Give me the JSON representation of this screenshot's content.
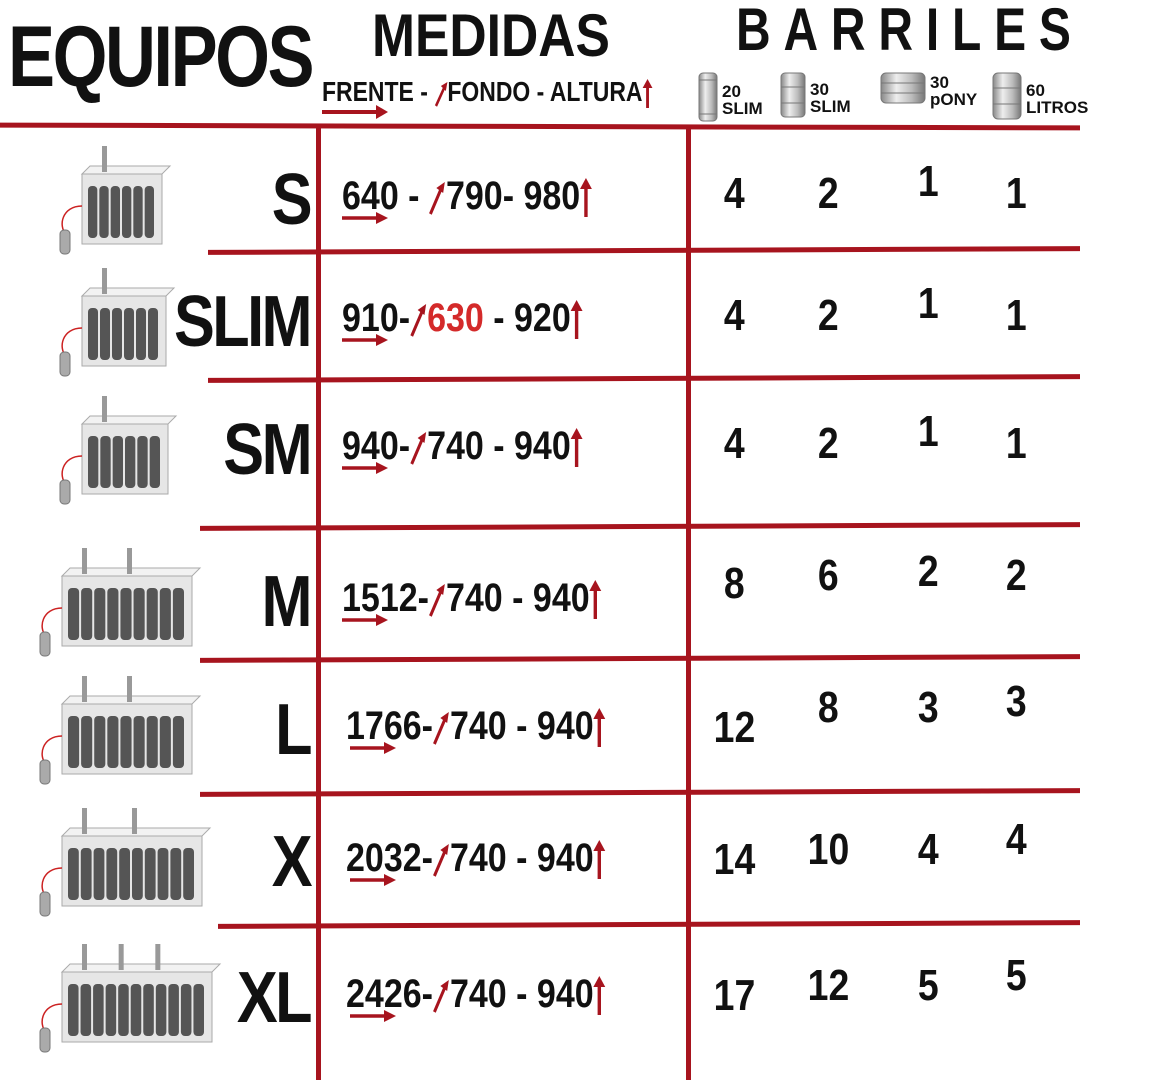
{
  "header": {
    "equipos": "EQUIPOS",
    "medidas": "MEDIDAS",
    "dims": {
      "frente": "FRENTE",
      "sep1": " - ",
      "fondo": "FONDO",
      "sep2": " - ",
      "altura": "ALTURA"
    },
    "barriles": "BARRILES",
    "kegs": [
      {
        "label": "20\nSLIM",
        "icon": "keg-tall-icon"
      },
      {
        "label": "30\nSLIM",
        "icon": "keg-medium-icon"
      },
      {
        "label": "30\npONY",
        "icon": "keg-pony-icon"
      },
      {
        "label": "60\nLITROS",
        "icon": "keg-large-icon"
      }
    ]
  },
  "colors": {
    "accent": "#a7141e",
    "highlight": "#d42a2a"
  },
  "rows": [
    {
      "name": "S",
      "frente": "640",
      "fondo": "790",
      "altura": "980",
      "sep1": " - ",
      "sep2": "- ",
      "fondo_highlight": false,
      "counts": [
        "4",
        "2",
        "1",
        "1"
      ]
    },
    {
      "name": "SLIM",
      "frente": "910",
      "fondo": "630",
      "altura": "920",
      "sep1": "-",
      "sep2": " - ",
      "fondo_highlight": true,
      "counts": [
        "4",
        "2",
        "1",
        "1"
      ]
    },
    {
      "name": "SM",
      "frente": "940",
      "fondo": "740",
      "altura": "940",
      "sep1": "-",
      "sep2": " - ",
      "fondo_highlight": false,
      "counts": [
        "4",
        "2",
        "1",
        "1"
      ]
    },
    {
      "name": "M",
      "frente": "1512",
      "fondo": "740",
      "altura": "940",
      "sep1": "-",
      "sep2": " - ",
      "fondo_highlight": false,
      "counts": [
        "8",
        "6",
        "2",
        "2"
      ]
    },
    {
      "name": "L",
      "frente": "1766",
      "fondo": "740",
      "altura": "940",
      "sep1": "-",
      "sep2": " - ",
      "fondo_highlight": false,
      "counts": [
        "12",
        "8",
        "3",
        "3"
      ]
    },
    {
      "name": "X",
      "frente": "2032",
      "fondo": "740",
      "altura": "940",
      "sep1": "-",
      "sep2": " - ",
      "fondo_highlight": false,
      "counts": [
        "14",
        "10",
        "4",
        "4"
      ]
    },
    {
      "name": "XL",
      "frente": "2426",
      "fondo": "740",
      "altura": "940",
      "sep1": "-",
      "sep2": " - ",
      "fondo_highlight": false,
      "counts": [
        "17",
        "12",
        "5",
        "5"
      ]
    }
  ]
}
